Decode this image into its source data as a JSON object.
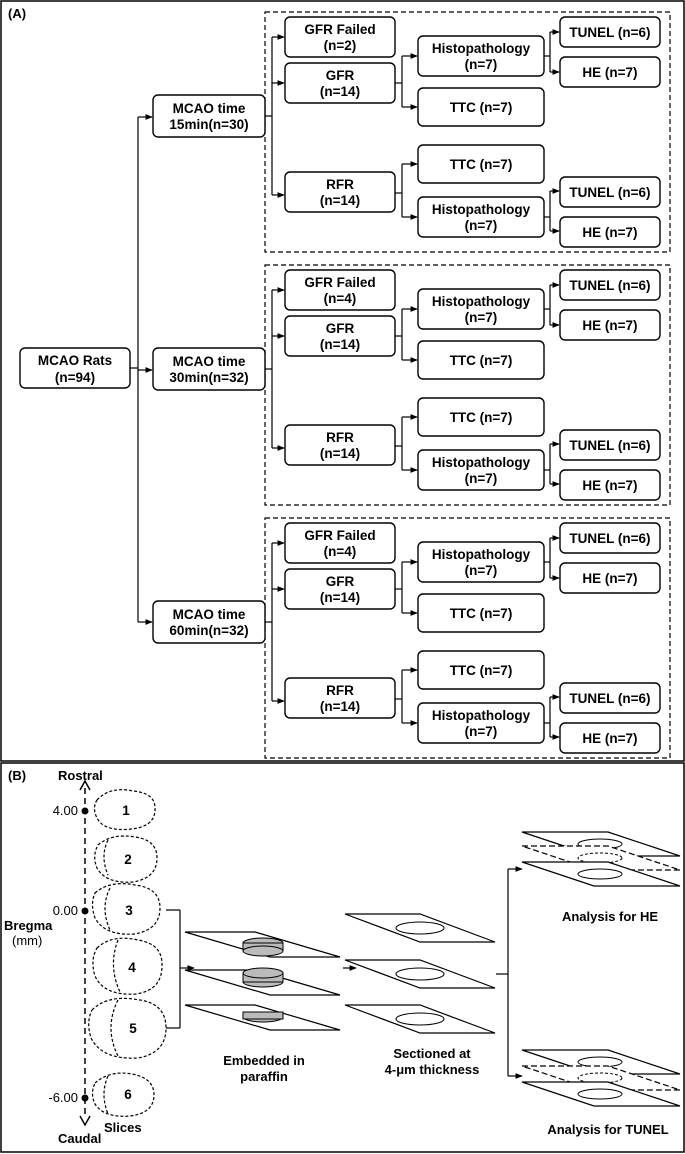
{
  "panel_a": {
    "label": "(A)",
    "root": {
      "line1": "MCAO Rats",
      "line2": "(n=94)"
    },
    "groups": [
      {
        "mcao": {
          "line1": "MCAO time",
          "line2": "15min(n=30)"
        },
        "gfr_failed": {
          "line1": "GFR Failed",
          "line2": "(n=2)"
        },
        "gfr": {
          "line1": "GFR",
          "line2": "(n=14)"
        },
        "gfr_histo": {
          "line1": "Histopathology",
          "line2": "(n=7)"
        },
        "gfr_tunel": "TUNEL (n=6)",
        "gfr_he": "HE (n=7)",
        "gfr_ttc": "TTC (n=7)",
        "rfr": {
          "line1": "RFR",
          "line2": "(n=14)"
        },
        "rfr_ttc": "TTC (n=7)",
        "rfr_histo": {
          "line1": "Histopathology",
          "line2": "(n=7)"
        },
        "rfr_tunel": "TUNEL (n=6)",
        "rfr_he": "HE (n=7)"
      },
      {
        "mcao": {
          "line1": "MCAO time",
          "line2": "30min(n=32)"
        },
        "gfr_failed": {
          "line1": "GFR Failed",
          "line2": "(n=4)"
        },
        "gfr": {
          "line1": "GFR",
          "line2": "(n=14)"
        },
        "gfr_histo": {
          "line1": "Histopathology",
          "line2": "(n=7)"
        },
        "gfr_tunel": "TUNEL (n=6)",
        "gfr_he": "HE (n=7)",
        "gfr_ttc": "TTC (n=7)",
        "rfr": {
          "line1": "RFR",
          "line2": "(n=14)"
        },
        "rfr_ttc": "TTC (n=7)",
        "rfr_histo": {
          "line1": "Histopathology",
          "line2": "(n=7)"
        },
        "rfr_tunel": "TUNEL (n=6)",
        "rfr_he": "HE (n=7)"
      },
      {
        "mcao": {
          "line1": "MCAO time",
          "line2": "60min(n=32)"
        },
        "gfr_failed": {
          "line1": "GFR Failed",
          "line2": "(n=4)"
        },
        "gfr": {
          "line1": "GFR",
          "line2": "(n=14)"
        },
        "gfr_histo": {
          "line1": "Histopathology",
          "line2": "(n=7)"
        },
        "gfr_tunel": "TUNEL (n=6)",
        "gfr_he": "HE (n=7)",
        "gfr_ttc": "TTC (n=7)",
        "rfr": {
          "line1": "RFR",
          "line2": "(n=14)"
        },
        "rfr_ttc": "TTC (n=7)",
        "rfr_histo": {
          "line1": "Histopathology",
          "line2": "(n=7)"
        },
        "rfr_tunel": "TUNEL (n=6)",
        "rfr_he": "HE (n=7)"
      }
    ]
  },
  "panel_b": {
    "label": "(B)",
    "axis_top": "Rostral",
    "axis_bottom": "Caudal",
    "tick_top": "4.00",
    "tick_mid": "0.00",
    "tick_bottom": "-6.00",
    "bregma": "Bregma",
    "unit": "(mm)",
    "slices": [
      "1",
      "2",
      "3",
      "4",
      "5",
      "6"
    ],
    "slices_label": "Slices",
    "embedded": {
      "line1": "Embedded in",
      "line2": "paraffin"
    },
    "sectioned": {
      "line1": "Sectioned at",
      "line2": "4-μm thickness"
    },
    "analysis_he": "Analysis for HE",
    "analysis_tunel": "Analysis for TUNEL"
  }
}
